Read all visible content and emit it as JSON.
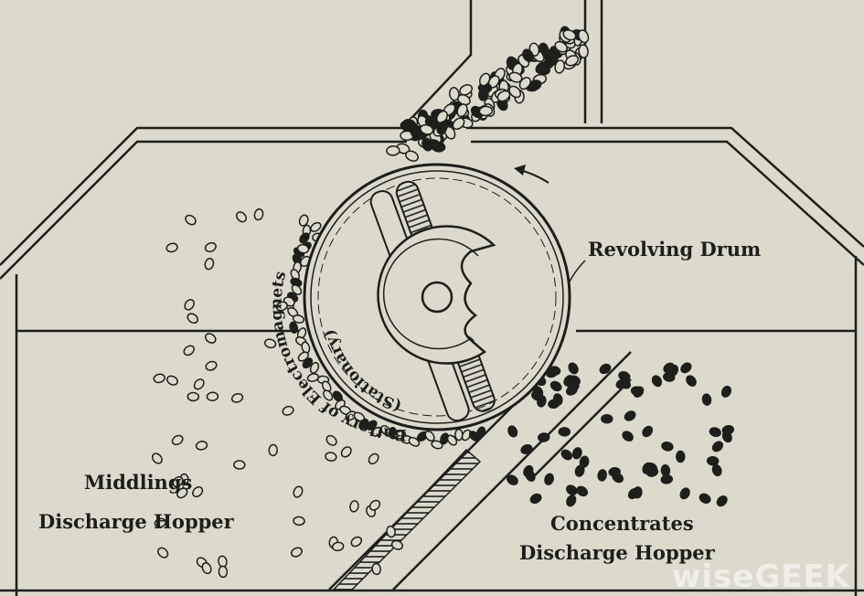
{
  "labels": {
    "drum": "Revolving Drum",
    "middlings_line1": "Middlings",
    "middlings_line2": "Discharge Hopper",
    "concentrates_line1": "Concentrates",
    "concentrates_line2": "Discharge Hopper",
    "magnets_line1": "Battery of Electromagnets",
    "magnets_line2": "(Stationary)"
  },
  "watermark": "wiseGEEK",
  "colors": {
    "paper": "#dcdbcb",
    "ink": "#1e1e1a"
  }
}
